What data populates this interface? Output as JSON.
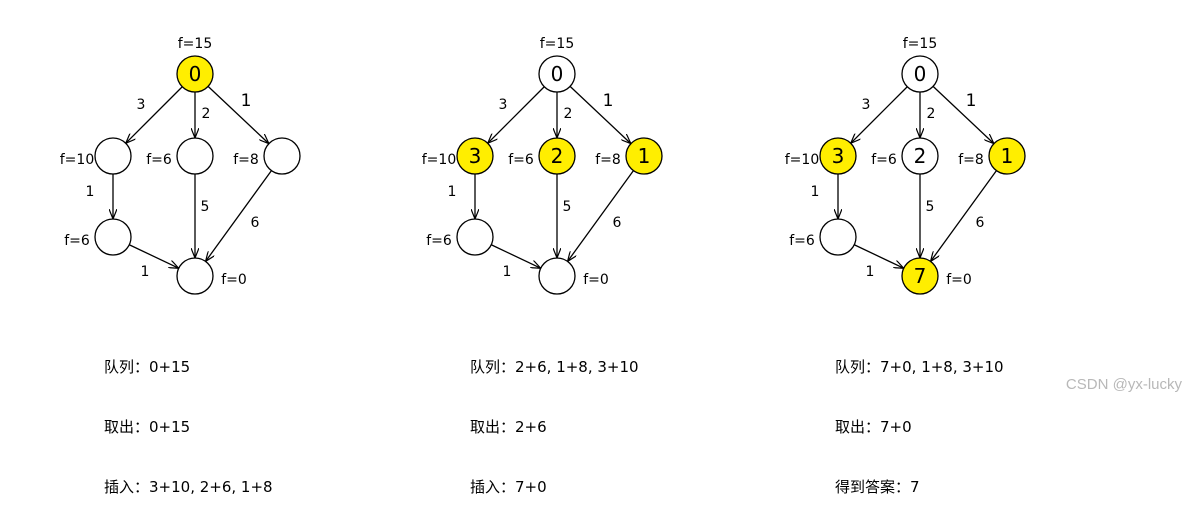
{
  "colors": {
    "highlight": "#ffee00",
    "node_fill": "#ffffff",
    "stroke": "#000000"
  },
  "nodes": [
    {
      "key": "n0",
      "label": "0",
      "f": "f=15",
      "f_side": "top"
    },
    {
      "key": "n3",
      "label": "3",
      "f": "f=10",
      "f_side": "left"
    },
    {
      "key": "n2",
      "label": "2",
      "f": "f=6",
      "f_side": "left"
    },
    {
      "key": "n1",
      "label": "1",
      "f": "f=8",
      "f_side": "left"
    },
    {
      "key": "n6",
      "label": "",
      "f": "f=6",
      "f_side": "left"
    },
    {
      "key": "n7",
      "label": "7",
      "f": "f=0",
      "f_side": "right"
    }
  ],
  "edges": [
    {
      "from": "n0",
      "to": "n3",
      "weight": "3"
    },
    {
      "from": "n0",
      "to": "n2",
      "weight": "2"
    },
    {
      "from": "n0",
      "to": "n1",
      "weight": "1"
    },
    {
      "from": "n3",
      "to": "n6",
      "weight": "1"
    },
    {
      "from": "n2",
      "to": "n7",
      "weight": "5"
    },
    {
      "from": "n1",
      "to": "n7",
      "weight": "6"
    },
    {
      "from": "n6",
      "to": "n7",
      "weight": "1"
    }
  ],
  "panels": [
    {
      "name": "step-1",
      "highlighted": [
        "n0"
      ],
      "hidden_labels": [
        "n3",
        "n2",
        "n1",
        "n7"
      ],
      "lines": [
        "队列：0+15",
        "取出：0+15",
        "插入：3+10, 2+6, 1+8"
      ]
    },
    {
      "name": "step-2",
      "highlighted": [
        "n3",
        "n2",
        "n1"
      ],
      "hidden_labels": [
        "n7"
      ],
      "lines": [
        "队列：2+6, 1+8, 3+10",
        "取出：2+6",
        "插入：7+0"
      ]
    },
    {
      "name": "step-3",
      "highlighted": [
        "n3",
        "n1",
        "n7"
      ],
      "hidden_labels": [],
      "lines": [
        "队列：7+0, 1+8, 3+10",
        "取出：7+0",
        "得到答案：7"
      ]
    }
  ],
  "watermark": "CSDN @yx-lucky"
}
